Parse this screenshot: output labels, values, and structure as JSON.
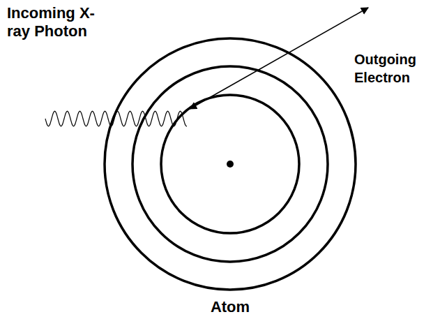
{
  "diagram": {
    "labels": [
      "Incoming X-ray Photon",
      "Outgoing Electron",
      "Atom"
    ]
  }
}
